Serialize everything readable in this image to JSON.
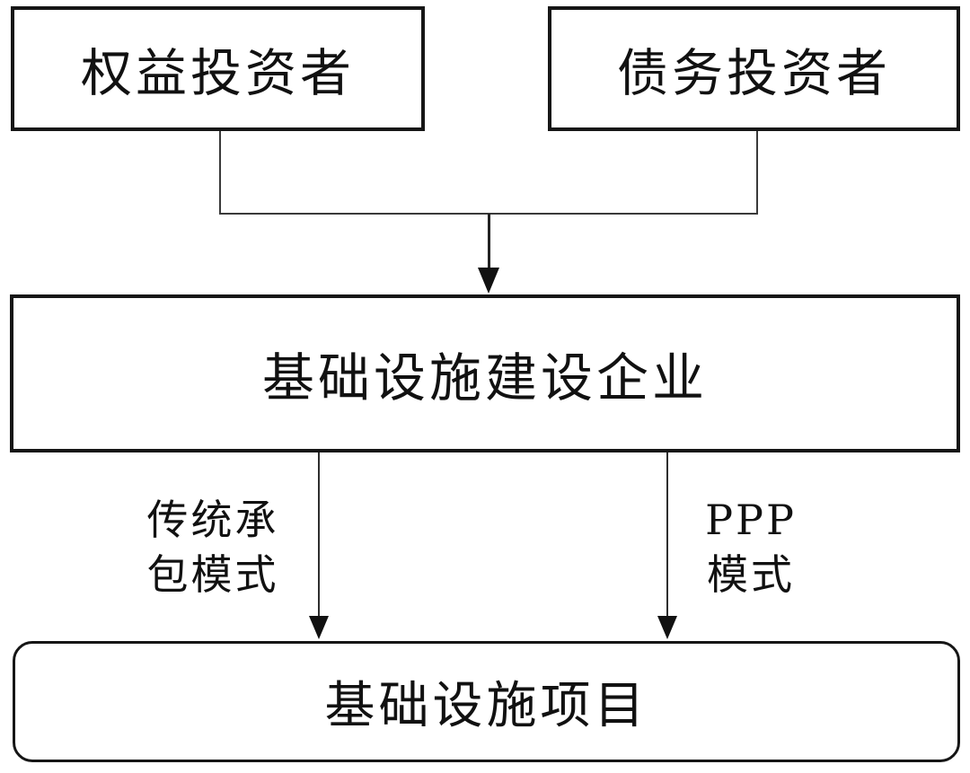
{
  "diagram": {
    "type": "flowchart",
    "nodes": {
      "equity_investors": {
        "label": "权益投资者",
        "shape": "rectangle"
      },
      "debt_investors": {
        "label": "债务投资者",
        "shape": "rectangle"
      },
      "infrastructure_company": {
        "label": "基础设施建设企业",
        "shape": "rectangle"
      },
      "infrastructure_project": {
        "label": "基础设施项目",
        "shape": "rounded-rectangle"
      }
    },
    "edges": [
      {
        "from": "equity_investors",
        "to": "infrastructure_company",
        "label": ""
      },
      {
        "from": "debt_investors",
        "to": "infrastructure_company",
        "label": ""
      },
      {
        "from": "infrastructure_company",
        "to": "infrastructure_project",
        "label": "传统承包模式"
      },
      {
        "from": "infrastructure_company",
        "to": "infrastructure_project",
        "label": "PPP模式"
      }
    ],
    "edge_labels": {
      "traditional": {
        "line1": "传统承",
        "line2": "包模式"
      },
      "ppp": {
        "line1": "PPP",
        "line2": "模式"
      }
    },
    "colors": {
      "background": "#ffffff",
      "border": "#161616",
      "line": "#3a3a3a",
      "text": "#111111"
    }
  }
}
